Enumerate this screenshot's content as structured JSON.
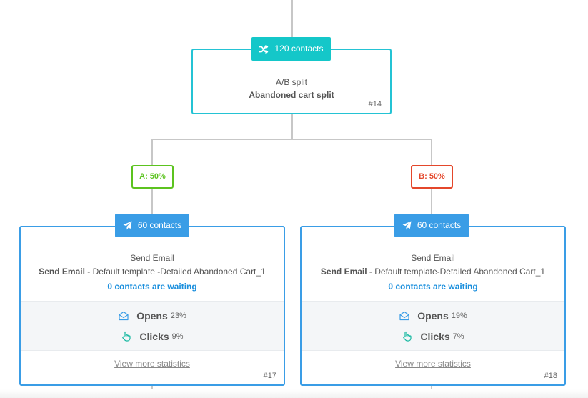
{
  "split": {
    "contacts": "120 contacts",
    "type": "A/B split",
    "name": "Abandoned cart split",
    "id": "#14"
  },
  "branches": {
    "a": "A: 50%",
    "b": "B: 50%"
  },
  "email_a": {
    "contacts": "60 contacts",
    "type": "Send Email",
    "name_bold": "Send Email",
    "name_rest": " - Default template -Detailed Abandoned Cart_1",
    "waiting": "0 contacts are waiting",
    "opens_label": "Opens",
    "opens_pct": "23%",
    "clicks_label": "Clicks",
    "clicks_pct": "9%",
    "more": "View more statistics",
    "id": "#17"
  },
  "email_b": {
    "contacts": "60 contacts",
    "type": "Send Email",
    "name_bold": "Send Email",
    "name_rest": " - Default template-Detailed Abandoned Cart_1",
    "waiting": "0 contacts are waiting",
    "opens_label": "Opens",
    "opens_pct": "19%",
    "clicks_label": "Clicks",
    "clicks_pct": "7%",
    "more": "View more statistics",
    "id": "#18"
  },
  "icons": {
    "split": "shuffle-icon",
    "send": "paper-plane-icon",
    "opens": "envelope-open-icon",
    "clicks": "pointer-hand-icon"
  },
  "colors": {
    "split_border": "#24c3d4",
    "split_badge": "#14c7c9",
    "email_accent": "#3a9de6",
    "branch_a": "#5cc31f",
    "branch_b": "#e4472b",
    "waiting_link": "#1b8fdd"
  }
}
